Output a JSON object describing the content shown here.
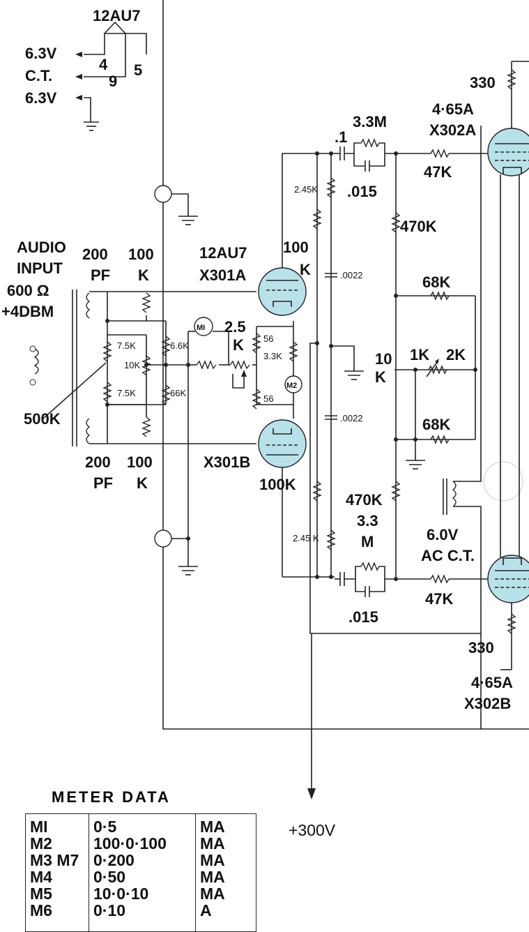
{
  "diagram": {
    "labels": {
      "heater_tube": "12AU7",
      "heater_6v3_top": "6.3V",
      "heater_ct": "C.T.",
      "heater_6v3_bot": "6.3V",
      "pin4": "4",
      "pin9": "9",
      "pin5": "5",
      "audio": "AUDIO",
      "input": "INPUT",
      "ohms": "600 Ω",
      "dbm": "+4DBM",
      "r500k": "500K",
      "c200": "200",
      "pf": "PF",
      "r100": "100",
      "k": "K",
      "tube_12au7": "12AU7",
      "x301a": "X301A",
      "x301b": "X301B",
      "r75k_a": "7.5K",
      "r10k": "10K",
      "r75k_b": "7.5K",
      "r66k_a": "6.6K",
      "r66k_b": "66K",
      "m1": "MI",
      "m2": "M2",
      "r25": "2.5",
      "r56_a": "56",
      "r33k": "3.3K",
      "r56_b": "56",
      "r100k_plate_a": "100",
      "r100k_plate_b": "100K",
      "r245k_a": "2.45K",
      "r245k_b": "2.45 K",
      "c0022_a": ".0022",
      "c0022_b": ".0022",
      "c1": ".1",
      "r33m_top": "3.3M",
      "c015_top": ".015",
      "r470k_top": "470K",
      "r470k_bot": "470K",
      "r33_bot": "3.3",
      "m_bot": "M",
      "c015_bot": ".015",
      "r68k_a": "68K",
      "r68k_b": "68K",
      "r10k_pot": "10",
      "r1k": "1K",
      "r2k": "2K",
      "r47k_a": "47K",
      "r47k_b": "47K",
      "x302a_type": "4·65A",
      "x302a": "X302A",
      "x302b_type": "4·65A",
      "x302b": "X302B",
      "r330_a": "330",
      "r330_b": "330",
      "v60": "6.0V",
      "acct": "AC C.T.",
      "b_plus": "+300V"
    }
  },
  "meter_data": {
    "title": "METER DATA",
    "rows": [
      {
        "name": "MI",
        "range": "0·5",
        "unit": "MA"
      },
      {
        "name": "M2",
        "range": "100·0·100",
        "unit": "MA"
      },
      {
        "name": "M3 M7",
        "range": "0·200",
        "unit": "MA"
      },
      {
        "name": "M4",
        "range": "0·50",
        "unit": "MA"
      },
      {
        "name": "M5",
        "range": "10·0·10",
        "unit": "MA"
      },
      {
        "name": "M6",
        "range": "0·10",
        "unit": "A"
      }
    ]
  }
}
